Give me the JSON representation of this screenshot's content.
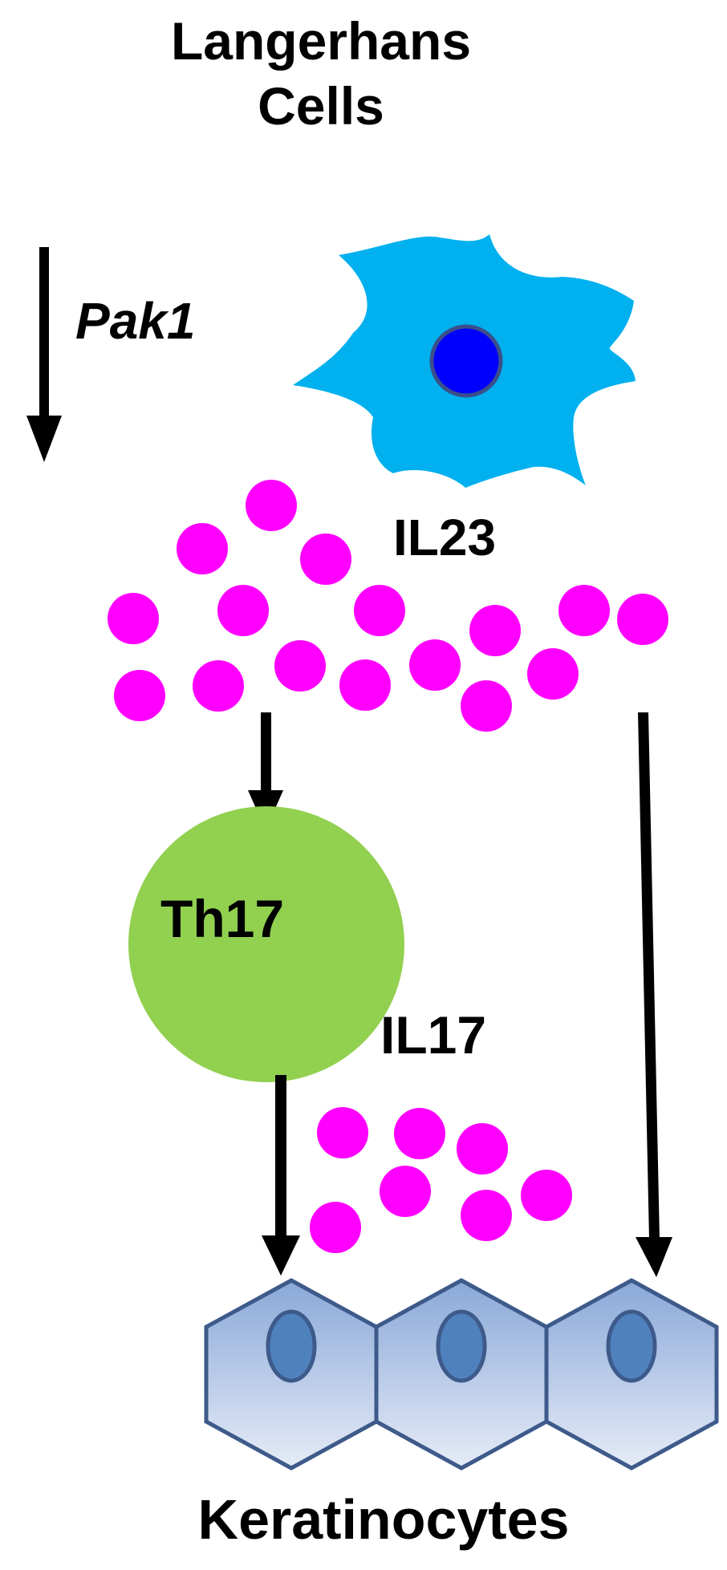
{
  "labels": {
    "title_line1": "Langerhans",
    "title_line2": "Cells",
    "gene": "Pak1",
    "il23": "IL23",
    "th17": "Th17",
    "il17": "IL17",
    "keratinocytes": "Keratinocytes"
  },
  "colors": {
    "langerhans_cell": "#00b0ef",
    "langerhans_nucleus": "#0000ff",
    "nucleus_outline": "#3b4e8a",
    "cytokine": "#ff00ff",
    "th17_cell": "#92d050",
    "keratinocyte_top": "#8aa8d8",
    "keratinocyte_bottom": "#e6ecf7",
    "keratinocyte_outline": "#3d5a8a",
    "keratinocyte_nucleus": "#4f81bd",
    "arrow": "#000000"
  },
  "icons": {
    "langerhans_cell": "dendritic-cell-icon",
    "th17_cell": "t-cell-icon",
    "keratinocyte": "hexagon-cell-icon",
    "cytokine": "dot-icon"
  },
  "keratinocyte_count": 3,
  "il23_particle_count": 16,
  "il17_particle_count": 7
}
